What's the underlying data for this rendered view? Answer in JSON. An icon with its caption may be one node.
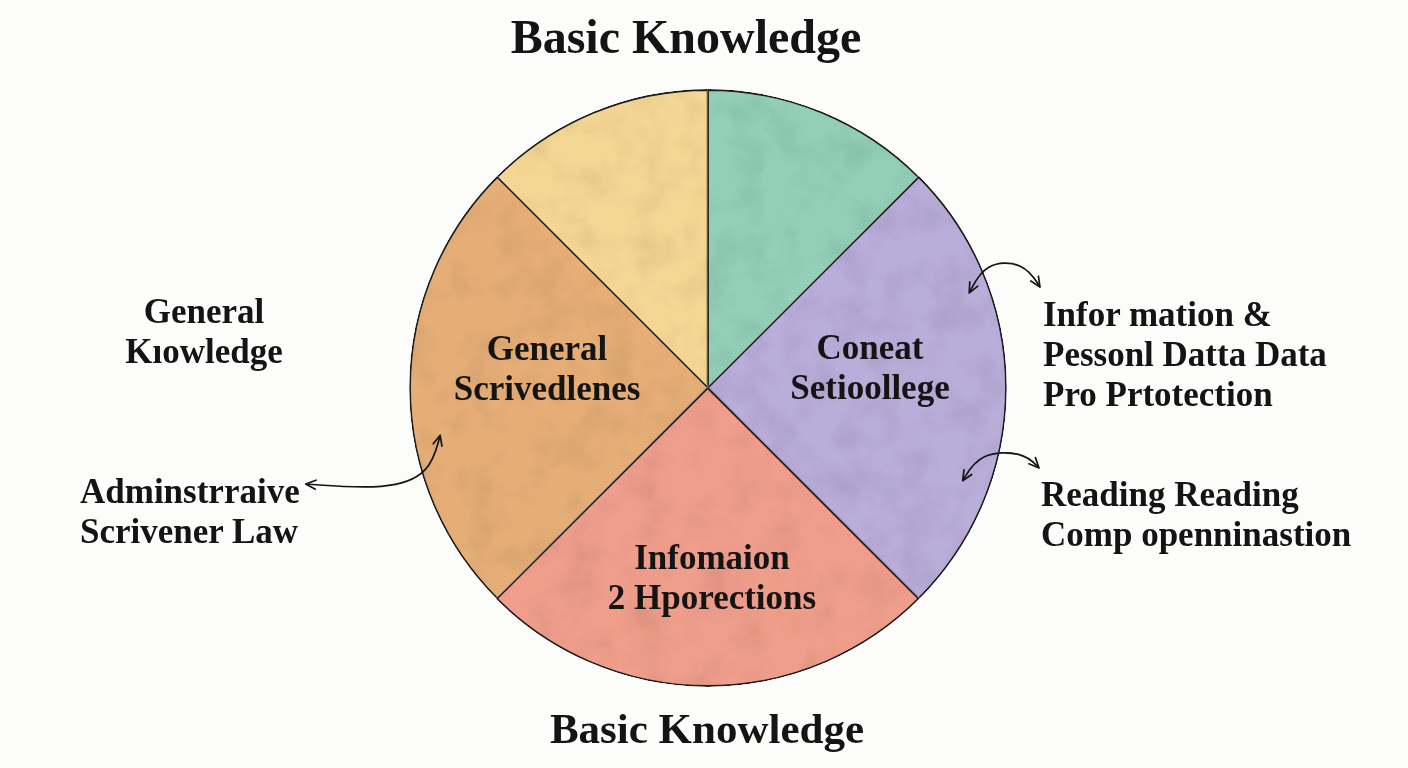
{
  "diagram": {
    "title": "Basic Knowledge",
    "caption": "Basic Knowledge",
    "nodes": [
      {
        "text": [],
        "shape": "wedge"
      },
      {
        "text": [],
        "shape": "wedge"
      },
      {
        "text": [
          "General Scrivedlenes"
        ]
      },
      {
        "text": [
          "Coneat Setioollege"
        ]
      },
      {
        "text": [
          "Infomaion 2 Hporections"
        ]
      },
      {
        "text": [
          "Adminstrraive Scrivener Law"
        ]
      },
      {
        "text": [
          "Infor mation & Pessonl Datta Data Pro Prtotection"
        ]
      },
      {
        "text": [
          "Reading Reading Comp openninastion"
        ]
      }
    ],
    "edges": [
      {
        "from": 5,
        "to": 2,
        "arrow": "both"
      },
      {
        "from": 3,
        "to": 6,
        "arrow": "both"
      },
      {
        "from": 3,
        "to": 7,
        "arrow": "both"
      }
    ],
    "labels": [
      "General Kıowledge"
    ]
  }
}
